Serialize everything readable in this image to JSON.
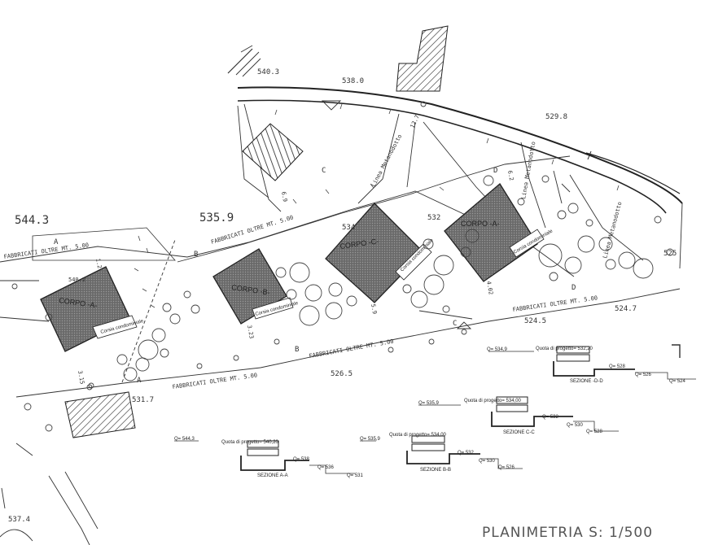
{
  "title": "PLANIMETRIA S: 1/500",
  "elevations": {
    "e5403": "540.3",
    "e5380": "538.0",
    "e5298": "529.8",
    "e5443": "544.3",
    "e5359": "535.9",
    "e534": "534",
    "e532": "532",
    "e525": "525",
    "e5247": "524.7",
    "e5245": "524.5",
    "e5265": "526.5",
    "e5317": "531.7",
    "e5374": "537.4",
    "e5402": "540.2"
  },
  "buildings": {
    "a": "CORPO -A-",
    "b": "CORPO -B-",
    "c": "CORPO -C-",
    "d": "CORPO -A-"
  },
  "setbacks": {
    "s1": "FABBRICATI OLTRE MT. 5.00",
    "s2": "FABBRICATI OLTRE MT. 5.00",
    "s3": "FABBRICATI OLTRE MT. 5.00",
    "s4": "FABBRICATI OLTRE MT. 5.00",
    "s5": "FABBRICATI OLTRE MT. 5.00"
  },
  "utility_lines": {
    "l1": "Linea Metanodotto",
    "l2": "Linea Metanodotto",
    "l3": "Linea Metanodotto"
  },
  "dimensions": {
    "d1": "3.15",
    "d2": "1.2",
    "d3": "3.23",
    "d4": "4.02",
    "d5": "5.9",
    "d6": "6.2",
    "d7": "6.9",
    "d8": "12.7"
  },
  "section_marks": [
    "A",
    "A",
    "B",
    "B",
    "C",
    "C",
    "D",
    "D"
  ],
  "sections": {
    "aa": {
      "name": "SEZIONE A-A",
      "q": "Q= 544,3",
      "quota": "Quota di progetto= 540,20",
      "lv1": "Q= 538",
      "lv2": "Q= 536",
      "lv3": "Q= 531"
    },
    "bb": {
      "name": "SEZIONE B-B",
      "q": "Q= 535,9",
      "quota": "Quota di progetto= 534,00",
      "lv1": "Q= 532",
      "lv2": "Q= 530",
      "lv3": "Q= 526"
    },
    "cc": {
      "name": "SEZIONE C-C",
      "q": "Q= 535,9",
      "quota": "Quota di progetto= 534,00",
      "lv1": "Q= 532",
      "lv2": "Q= 530",
      "lv3": "Q= 528"
    },
    "dd": {
      "name": "SEZIONE -D-D",
      "q": "Q= 534,9",
      "quota": "Quota di progetto= 532,20",
      "lv1": "Q= 528",
      "lv2": "Q= 526",
      "lv3": "Q= 524"
    }
  },
  "building_notes": {
    "a": "Corsia condominiale",
    "b": "Corsia condominiale",
    "c": "Corsia condominiale",
    "d": "Corsia condominiale"
  }
}
